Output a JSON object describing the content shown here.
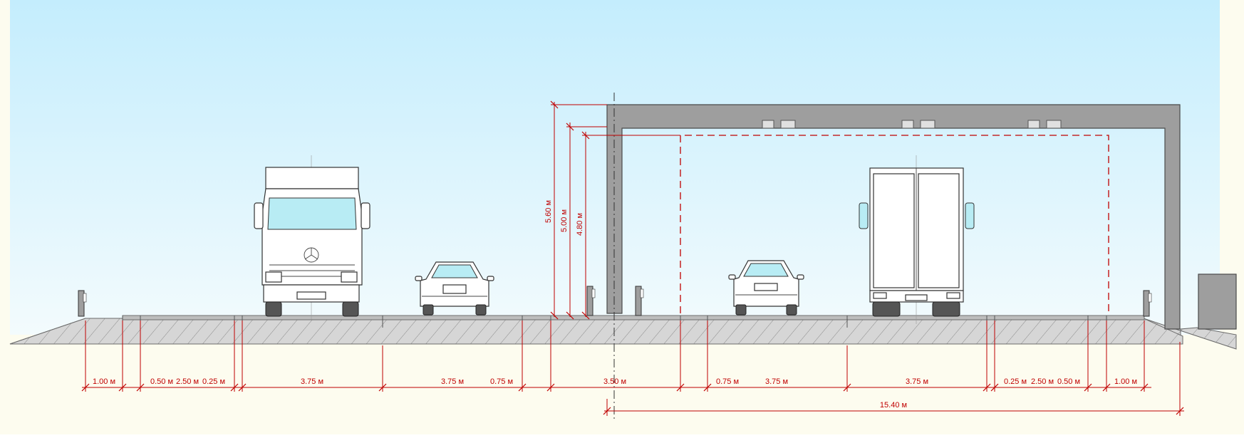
{
  "colors": {
    "sky_top": "#c4edfd",
    "sky_bottom": "#f3fbfd",
    "ground": "#fdfcef",
    "dimension": "#c00000",
    "structure": "#9a9a9a",
    "road": "#d9d9d9"
  },
  "horizontal_dimensions": {
    "segments": [
      "1.00 м",
      "0.50 м",
      "2.50 м",
      "0.25 м",
      "3.75 м",
      "3.75 м",
      "0.75 м",
      "3.50 м",
      "0.75 м",
      "3.75 м",
      "3.75 м",
      "0.25 м",
      "2.50 м",
      "0.50 м",
      "1.00 м"
    ],
    "overall": "15.40 м"
  },
  "vertical_dimensions": {
    "heights": [
      "5.60 м",
      "5.00 м",
      "4.80 м"
    ]
  },
  "icons": [
    "truck-front-icon",
    "car-front-icon",
    "car-rear-icon",
    "truck-rear-icon",
    "road-post-icon"
  ]
}
